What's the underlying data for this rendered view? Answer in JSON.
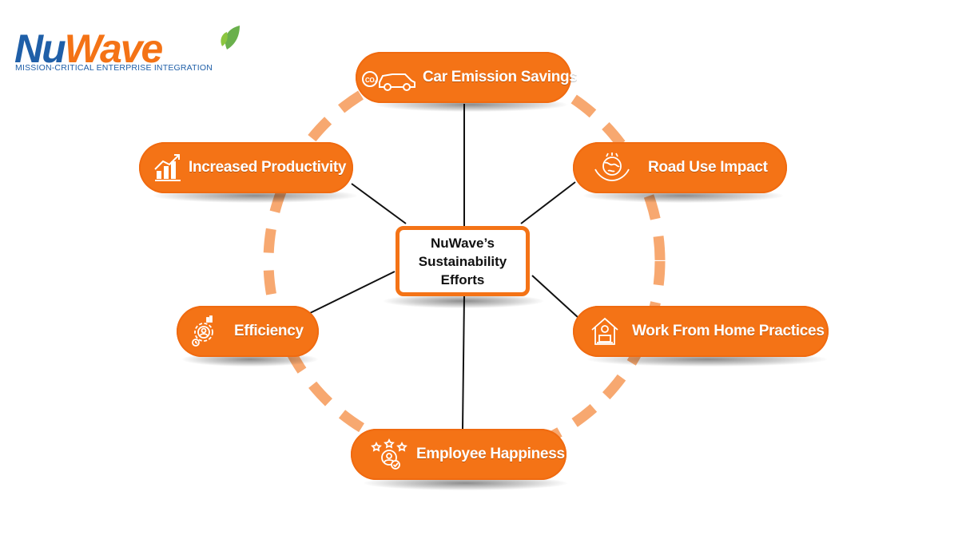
{
  "logo": {
    "wordmark_part1": "Nu",
    "wordmark_part2": "Wave",
    "tagline": "MISSION-CRITICAL ENTERPRISE INTEGRATION",
    "colors": {
      "blue": "#1f5fa8",
      "orange": "#f47316",
      "leaf": "#6ab04c"
    }
  },
  "center": {
    "line1": "NuWave’s",
    "line2": "Sustainability",
    "line3": "Efforts"
  },
  "nodes": [
    {
      "label": "Car Emission Savings",
      "icon": "car-emission-icon"
    },
    {
      "label": "Road Use Impact",
      "icon": "globe-hands-icon"
    },
    {
      "label": "Work From Home Practices",
      "icon": "home-laptop-icon"
    },
    {
      "label": "Employee Happiness",
      "icon": "employee-stars-icon"
    },
    {
      "label": "Efficiency",
      "icon": "gear-clock-icon"
    },
    {
      "label": "Increased Productivity",
      "icon": "growth-chart-icon"
    }
  ],
  "colors": {
    "accent": "#f47316",
    "ring": "#f7a870",
    "connector": "#111111"
  }
}
